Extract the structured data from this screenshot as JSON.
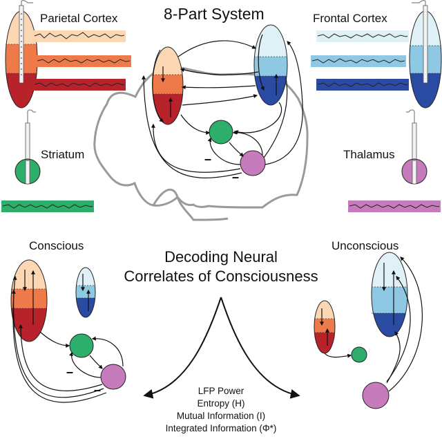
{
  "title": "8-Part System",
  "regions": {
    "parietal": "Parietal Cortex",
    "frontal": "Frontal Cortex",
    "striatum": "Striatum",
    "thalamus": "Thalamus"
  },
  "states": {
    "conscious": "Conscious",
    "unconscious": "Unconscious"
  },
  "center_title": {
    "line1": "Decoding Neural",
    "line2": "Correlates of Consciousness"
  },
  "measures": [
    "LFP Power",
    "Entropy (H)",
    "Mutual Information (I)",
    "Integrated Information (Φ*)"
  ],
  "inhibitory_sign": "–",
  "colors": {
    "parietal": [
      "#fbd7b4",
      "#ee7a4a",
      "#b8232b"
    ],
    "frontal": [
      "#dff0f6",
      "#8fc8e3",
      "#2b4aa1"
    ],
    "striatum": "#2eae6b",
    "thalamus": "#c67bbd",
    "brain_outline": "#9a9a9a"
  }
}
